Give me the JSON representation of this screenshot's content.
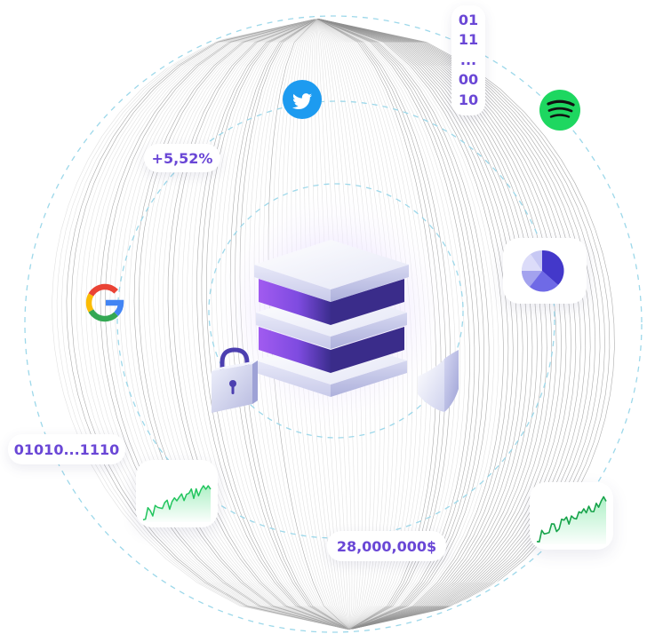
{
  "labels": {
    "percent_change": "+5,52%",
    "binary_stream": "01010...1110",
    "amount": "28,000,000$"
  },
  "binary_column": [
    "01",
    "11",
    "...",
    "00",
    "10"
  ],
  "icons": {
    "twitter": "twitter-icon",
    "spotify": "spotify-icon",
    "google": "google-icon",
    "pie_chart": "pie-chart-icon",
    "lock": "padlock-icon",
    "shield": "shield-icon",
    "database": "database-stack-icon",
    "line_chart": "line-chart-icon"
  },
  "colors": {
    "accent_purple": "#6a47d6",
    "orbit_line": "#9dd8ea",
    "twitter_blue": "#1d9bf0",
    "spotify_green": "#1ed760",
    "chart_green": "#22c55e",
    "pie_indigo": "#4338ca"
  }
}
